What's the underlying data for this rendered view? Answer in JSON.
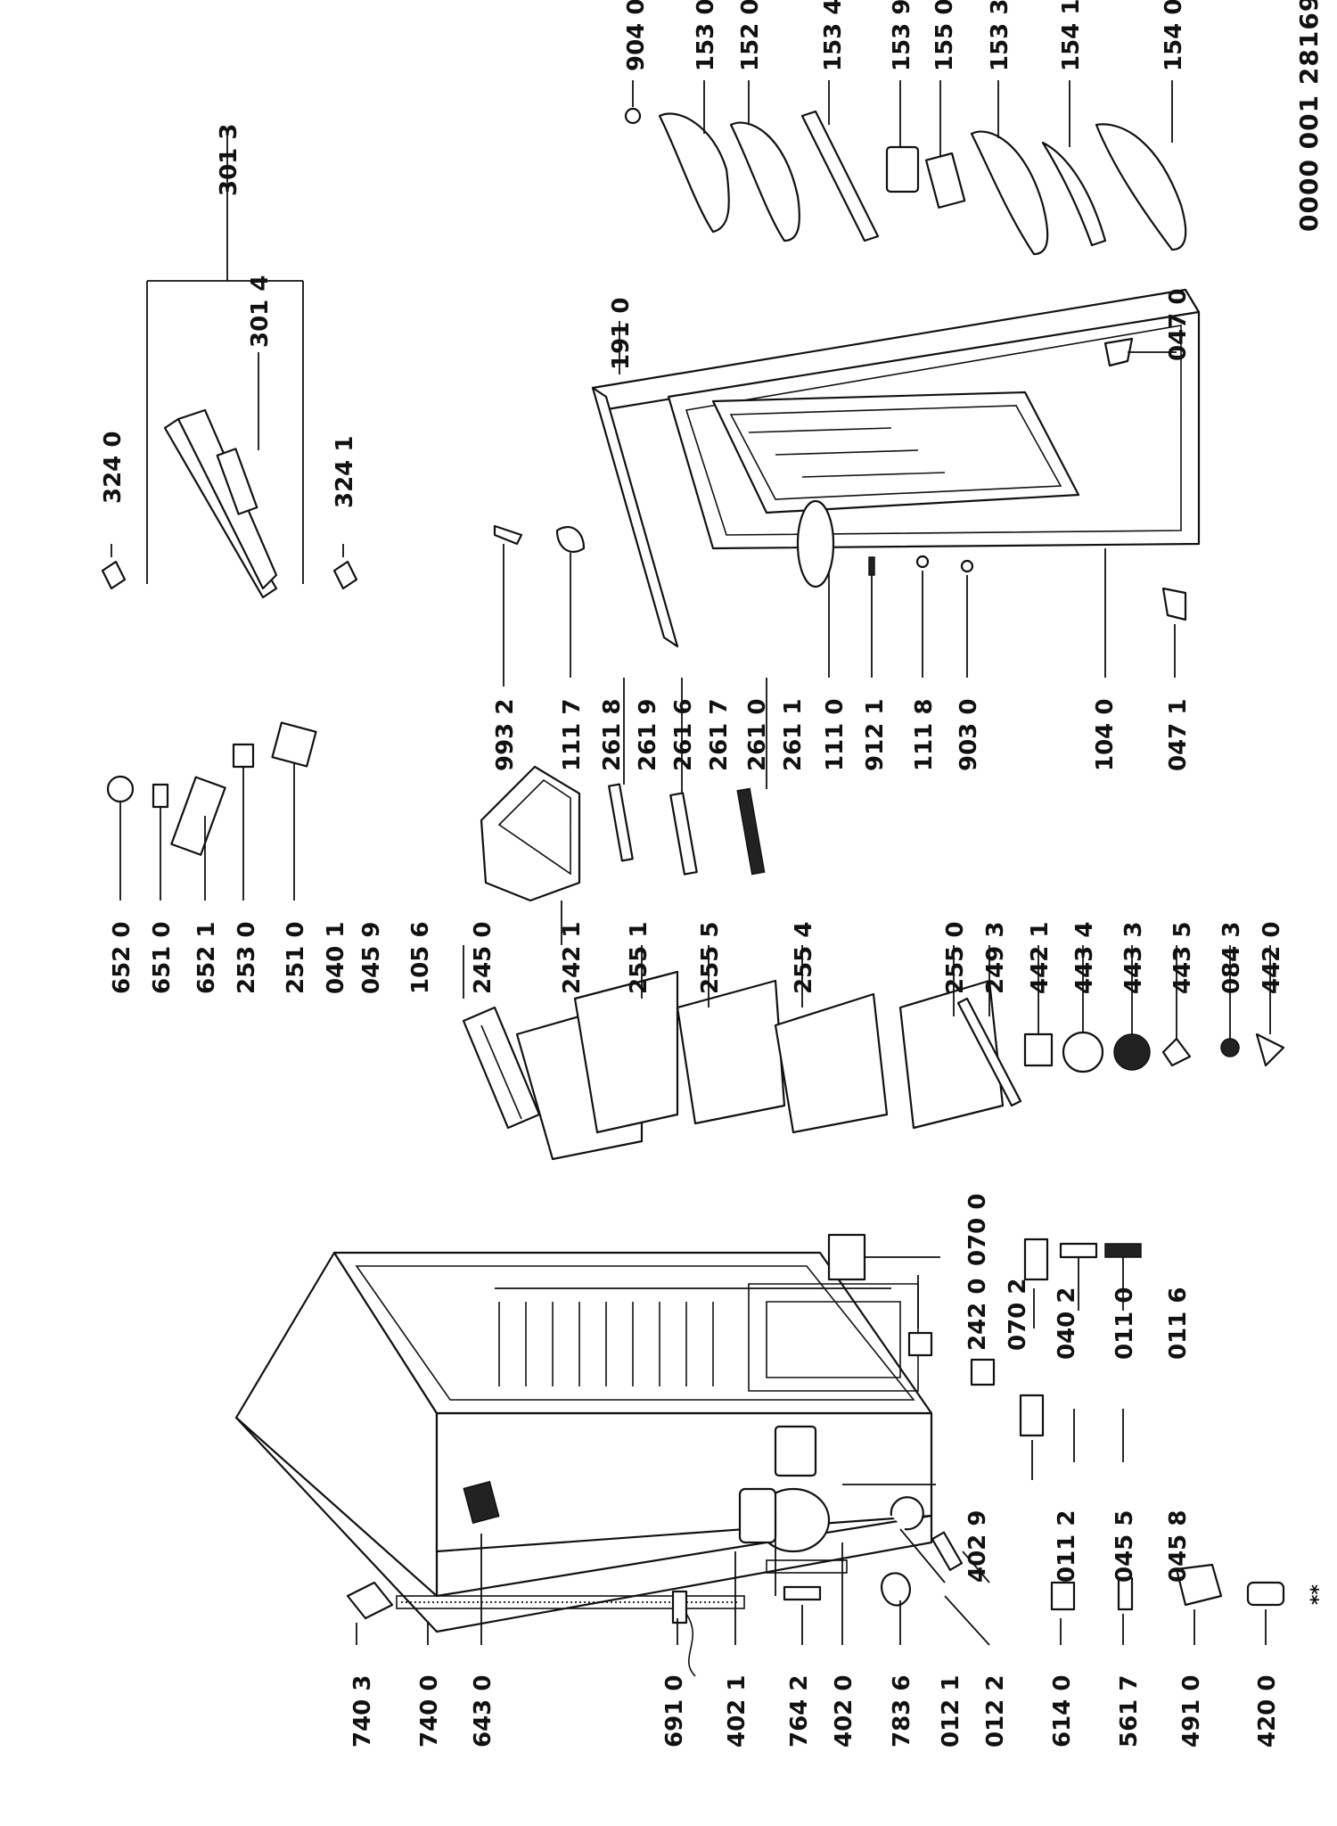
{
  "document_code": "0000 001 28169",
  "footnote": "**",
  "part_labels": {
    "p3013": "301 3",
    "p3014": "301 4",
    "p3240": "324 0",
    "p3241": "324 1",
    "p9040": "904 0",
    "p1530": "153 0",
    "p1520": "152 0",
    "p1534": "153 4",
    "p1539": "153 9",
    "p1550": "155 0",
    "p1533": "153 3",
    "p1541": "154 1",
    "p1540": "154 0",
    "p1910": "191 0",
    "p0470": "047 0",
    "p0471": "047 1",
    "p1040": "104 0",
    "p9932": "993 2",
    "p1117": "111 7",
    "p2618": "261 8",
    "p2619": "261 9",
    "p2616": "261 6",
    "p2617": "261 7",
    "p2610": "261 0",
    "p2611": "261 1",
    "p1110": "111 0",
    "p9121": "912 1",
    "p1118": "111 8",
    "p9030": "903 0",
    "p6520": "652 0",
    "p6510": "651 0",
    "p6521": "652 1",
    "p2530": "253 0",
    "p2510": "251 0",
    "p0401": "040 1",
    "p0459": "045 9",
    "p1056": "105 6",
    "p2450": "245 0",
    "p2421": "242 1",
    "p2551": "255 1",
    "p2555": "255 5",
    "p2554": "255 4",
    "p2550": "255 0",
    "p2493": "249 3",
    "p4421": "442 1",
    "p4434": "443 4",
    "p4433": "443 3",
    "p4435": "443 5",
    "p0843": "084 3",
    "p4420": "442 0",
    "p0700": "070 0",
    "p2420": "242 0",
    "p0702": "070 2",
    "p0402": "040 2",
    "p0110": "011 0",
    "p0116": "011 6",
    "p4029": "402 9",
    "p0112": "011 2",
    "p0455": "045 5",
    "p0458": "045 8",
    "p7403": "740 3",
    "p7400": "740 0",
    "p6430": "643 0",
    "p6910": "691 0",
    "p4021": "402 1",
    "p7642": "764 2",
    "p4020": "402 0",
    "p7836": "783 6",
    "p0121": "012 1",
    "p0122": "012 2",
    "p6140": "614 0",
    "p5617": "561 7",
    "p4910": "491 0",
    "p4200": "420 0"
  }
}
